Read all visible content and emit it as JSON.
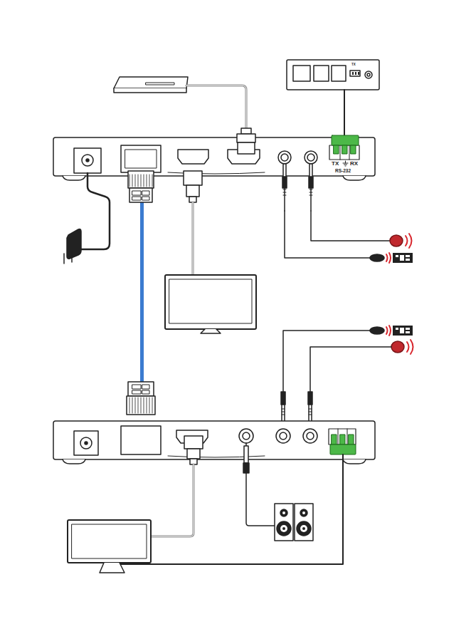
{
  "diagram": {
    "labels": [
      "TX",
      "RX",
      "RS-232",
      "TX"
    ]
  }
}
